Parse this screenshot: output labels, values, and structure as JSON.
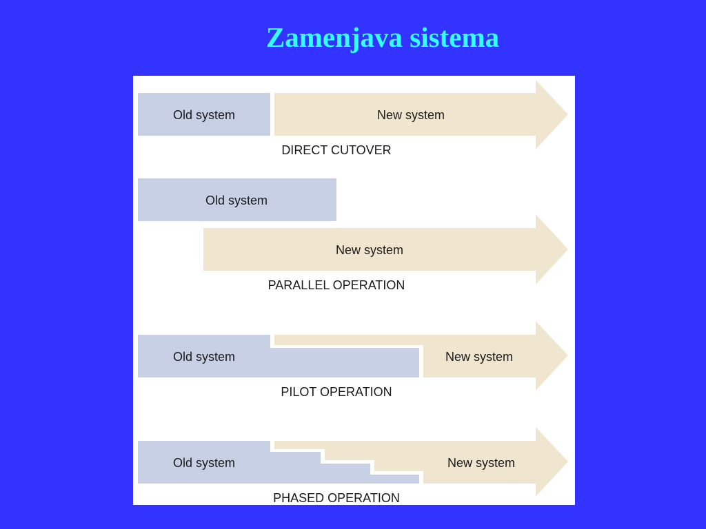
{
  "slide": {
    "title": "Zamenjava sistema"
  },
  "diagram": {
    "old_label": "Old system",
    "new_label": "New system",
    "captions": {
      "direct": "DIRECT CUTOVER",
      "parallel": "PARALLEL OPERATION",
      "pilot": "PILOT OPERATION",
      "phased": "PHASED OPERATION"
    },
    "colors": {
      "background": "#3333ff",
      "title": "#33ffff",
      "old_system": "#c8d0e6",
      "new_system": "#f0e6d0"
    }
  }
}
